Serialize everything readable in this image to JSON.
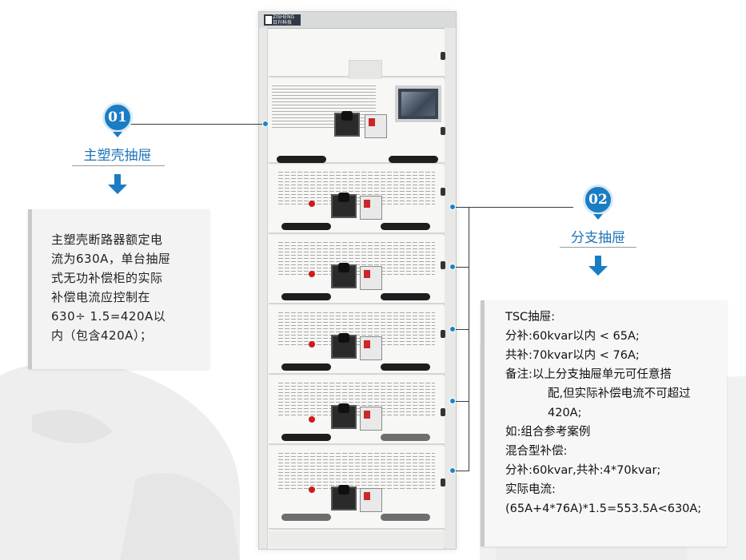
{
  "cabinet": {
    "brand": "ZISHENG",
    "brand_sub": "日升科技"
  },
  "callout1": {
    "badge": "01",
    "title": "主塑壳抽屉",
    "lines": [
      "主塑壳断路器额定电",
      "流为630A，单台抽屉",
      "式无功补偿柜的实际",
      "补偿电流应控制在",
      "630÷ 1.5=420A以",
      "内（包含420A）；"
    ]
  },
  "callout2": {
    "badge": "02",
    "title": "分支抽屉",
    "lines": [
      "TSC抽屉:",
      "分补:60kvar以内 < 65A;",
      "共补:70kvar以内 < 76A;",
      "备注:以上分支抽屉单元可任意搭",
      "配,但实际补偿电流不可超过",
      "420A;",
      "如:组合参考案例",
      "混合型补偿:",
      "分补:60kvar,共补:4*70kvar;",
      "实际电流:",
      "(65A+4*76A)*1.5=553.5A<630A;"
    ]
  },
  "colors": {
    "accent_blue": "#1a7dc4",
    "caption_blue": "#1f74b8"
  }
}
